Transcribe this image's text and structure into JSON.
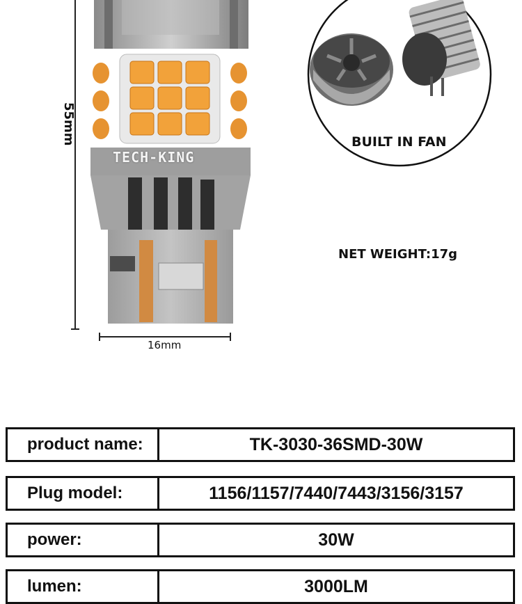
{
  "product_image": {
    "brand_logo": "TECH-KING",
    "height_label": "55mm",
    "width_label": "16mm",
    "fan_caption": "BUILT IN FAN",
    "net_weight": "NET WEIGHT:17g",
    "led_color": "#f2a23a"
  },
  "specs": [
    {
      "key": "product name:",
      "value": "TK-3030-36SMD-30W"
    },
    {
      "key": "Plug model:",
      "value": "1156/1157/7440/7443/3156/3157"
    },
    {
      "key": "power:",
      "value": "30W"
    },
    {
      "key": "lumen:",
      "value": "3000LM"
    }
  ]
}
